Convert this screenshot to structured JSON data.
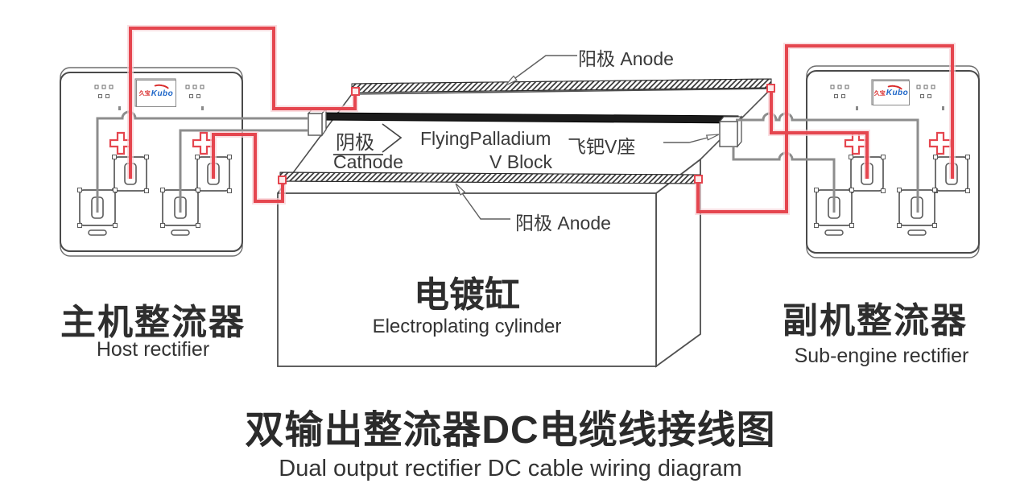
{
  "diagram": {
    "title_cn": "双输出整流器DC电缆线接线图",
    "title_en": "Dual output rectifier DC cable wiring diagram"
  },
  "host_rectifier": {
    "name_cn": "主机整流器",
    "name_en": "Host rectifier",
    "logo": "Kubo",
    "logo_prefix": "久宝"
  },
  "sub_rectifier": {
    "name_cn": "副机整流器",
    "name_en": "Sub-engine rectifier",
    "logo": "Kubo",
    "logo_prefix": "久宝"
  },
  "tank": {
    "name_cn": "电镀缸",
    "name_en": "Electroplating cylinder"
  },
  "labels": {
    "anode_top": "阳极 Anode",
    "anode_bottom": "阳极 Anode",
    "cathode_cn": "阴极",
    "cathode_en": "Cathode",
    "flying_palladium_line1": "FlyingPalladium",
    "flying_palladium_line2": "V Block",
    "v_block_cn": "飞钯V座"
  },
  "colors": {
    "positive_wire": "#e5464f",
    "negative_wire": "#8d8d8d",
    "outline": "#4f4f4f",
    "text": "#3a3a3a",
    "logo_blue": "#1e66c8",
    "logo_red": "#d92b2b"
  }
}
